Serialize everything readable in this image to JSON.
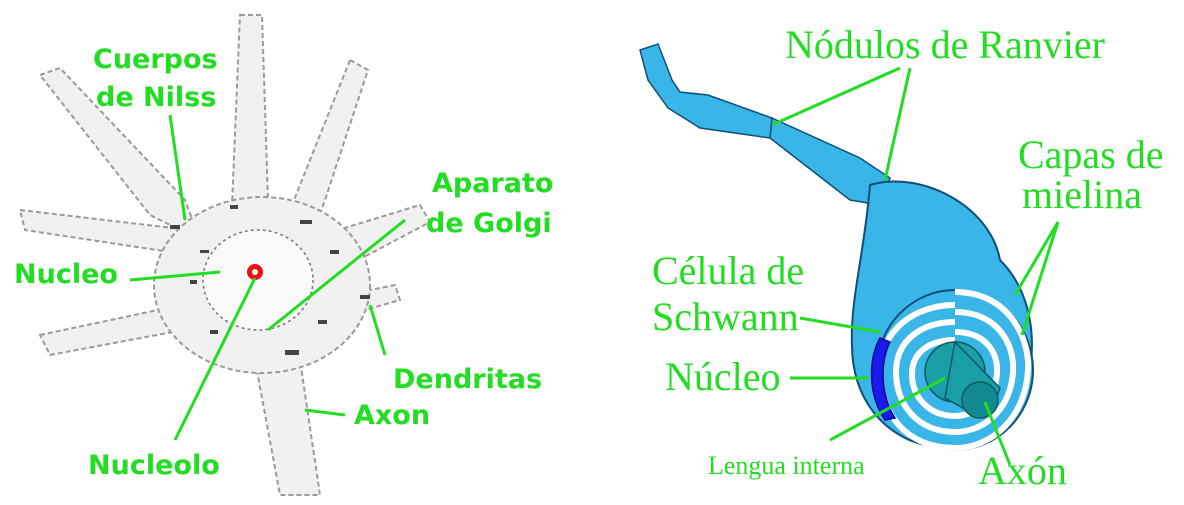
{
  "left_diagram": {
    "labels": {
      "cuerpos_line1": "Cuerpos",
      "cuerpos_line2": "de Nilss",
      "aparato_line1": "Aparato",
      "aparato_line2": "de Golgi",
      "nucleo": "Nucleo",
      "dendritas": "Dendritas",
      "axon": "Axon",
      "nucleolo": "Nucleolo"
    }
  },
  "right_diagram": {
    "labels": {
      "nodulos": "Nódulos de Ranvier",
      "capas_line1": "Capas de",
      "capas_line2": "mielina",
      "celula_line1": "Célula de",
      "celula_line2": "Schwann",
      "nucleo": "Núcleo",
      "lengua": "Lengua interna",
      "axon": "Axón"
    }
  },
  "colors": {
    "label_green": "#22dd22",
    "myelin_blue": "#3ab5e8",
    "axon_teal": "#1a9fa6",
    "nucleus_blue": "#1a1aee",
    "nucleolus_red": "#ee1111"
  }
}
